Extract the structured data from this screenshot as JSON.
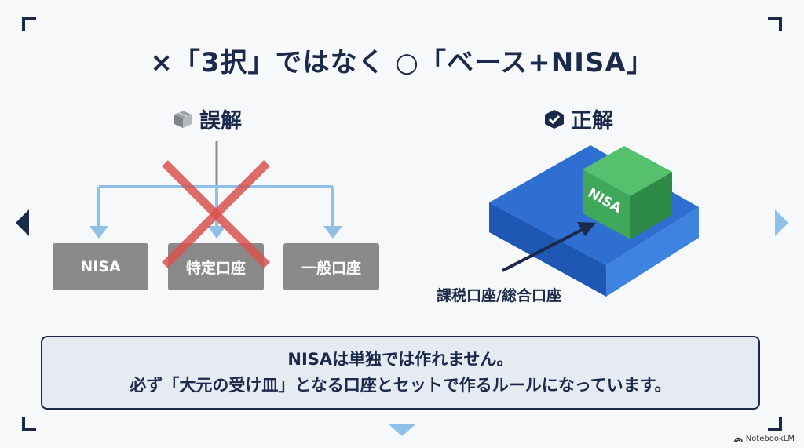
{
  "title": "×「3択」ではなく ○「ベース+NISA」",
  "misconception": {
    "heading": "誤解",
    "icon": "box-icon",
    "options": [
      "NISA",
      "特定口座",
      "一般口座"
    ]
  },
  "correct": {
    "heading": "正解",
    "icon": "cube-check-icon",
    "inner_label": "NISA",
    "base_label": "課税口座/総合口座"
  },
  "note": {
    "line1": "NISAは単独では作れません。",
    "line2": "必ず「大元の受け皿」となる口座とセットで作るルールになっています。"
  },
  "brand": "NotebookLM",
  "colors": {
    "navy": "#1b2a4a",
    "arrow_light_blue": "#8ec0ea",
    "gray_box": "#8a8a8a",
    "cross_red": "#d9534f",
    "base_blue": "#2f6fd0",
    "nisa_green": "#3fa85b"
  }
}
